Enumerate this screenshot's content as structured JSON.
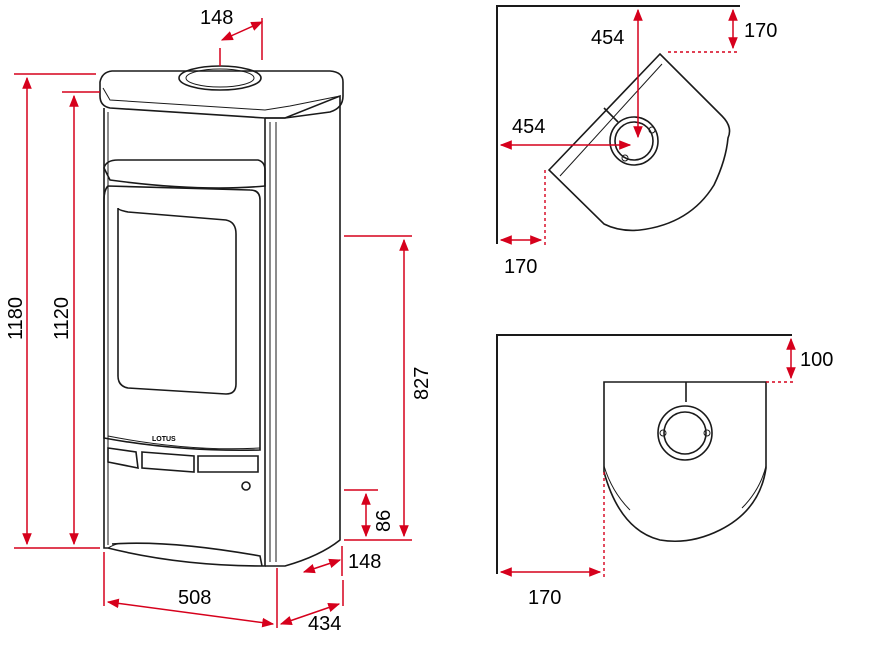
{
  "product": {
    "brand_label": "LOTUS"
  },
  "front_view": {
    "dim_total_height": "1180",
    "dim_height_to_top": "1120",
    "dim_door_top_height": "827",
    "dim_outlet_height": "86",
    "dim_top_flue_offset": "148",
    "dim_bottom_offset": "148",
    "dim_width": "508",
    "dim_depth": "434"
  },
  "corner_clearance_view": {
    "dim_flue_wall_a": "454",
    "dim_flue_wall_b": "454",
    "dim_side_clearance": "170",
    "dim_back_clearance": "170"
  },
  "wall_clearance_view": {
    "dim_back_clearance": "100",
    "dim_side_clearance": "170"
  },
  "colors": {
    "dimension_red": "#d6001c",
    "line": "#1a1a1a"
  }
}
